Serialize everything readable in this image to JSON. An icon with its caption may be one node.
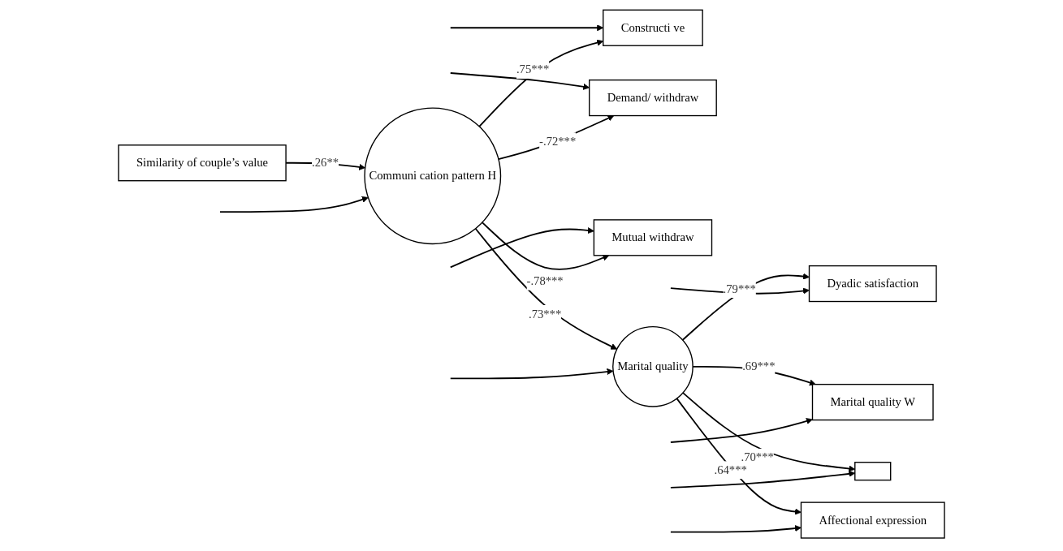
{
  "diagram": {
    "nodes": [
      {
        "text": [
          "Similarity of couple’s value"
        ]
      },
      {
        "text": [
          "Communi cation pattern H"
        ]
      },
      {
        "text": [
          "Constructi ve"
        ]
      },
      {
        "text": [
          "Demand/ withdraw"
        ]
      },
      {
        "text": [
          "Mutual withdraw"
        ]
      },
      {
        "text": [
          "Marital quality"
        ]
      },
      {
        "text": [
          "Dyadic satisfaction"
        ]
      },
      {
        "text": [
          "Marital quality W"
        ]
      },
      {
        "text": [],
        "shape": "box"
      },
      {
        "text": [
          "Affectional expression"
        ]
      }
    ],
    "edges": [
      {
        "from": null,
        "to": 2,
        "arrow": "to"
      },
      {
        "from": null,
        "to": 3,
        "arrow": "to"
      },
      {
        "from": null,
        "to": 4,
        "arrow": "to"
      },
      {
        "from": 0,
        "to": 1,
        "label": ".26**",
        "arrow": "to"
      },
      {
        "from": 1,
        "to": 2,
        "label": ".75***",
        "arrow": "to"
      },
      {
        "from": 1,
        "to": 3,
        "label": "-.72***",
        "arrow": "to"
      },
      {
        "from": 1,
        "to": 4,
        "label": "-.78***",
        "arrow": "to"
      },
      {
        "from": 1,
        "to": 5,
        "label": ".73***",
        "arrow": "to"
      },
      {
        "from": 5,
        "to": 6,
        "label": ".79***",
        "arrow": "to"
      },
      {
        "from": 5,
        "to": 7,
        "label": ".69***",
        "arrow": "to"
      },
      {
        "from": 5,
        "to": 8,
        "label": ".70***",
        "arrow": "to"
      },
      {
        "from": 5,
        "to": 9,
        "label": ".64***",
        "arrow": "to"
      },
      {
        "from": null,
        "to": 1,
        "arrow": "to"
      },
      {
        "from": null,
        "to": 5,
        "arrow": "to"
      },
      {
        "from": null,
        "to": 6,
        "arrow": "to"
      },
      {
        "from": null,
        "to": 7,
        "arrow": "to"
      },
      {
        "from": null,
        "to": 8,
        "arrow": "to"
      },
      {
        "from": null,
        "to": 9,
        "arrow": "to"
      }
    ]
  }
}
